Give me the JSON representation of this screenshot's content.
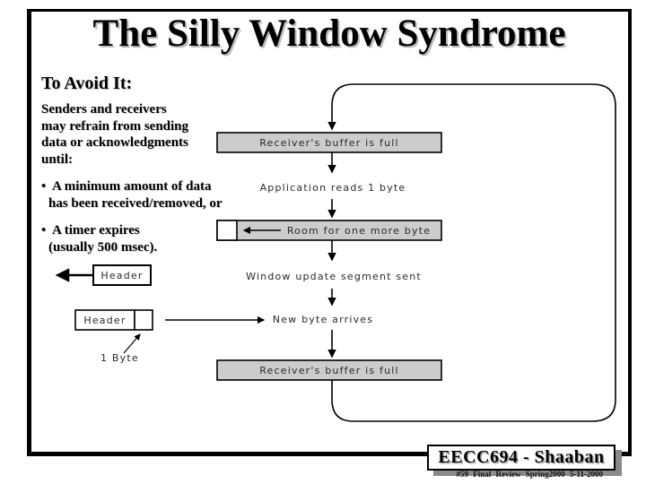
{
  "slide": {
    "title": "The Silly Window Syndrome",
    "left_panel": {
      "heading": "To Avoid It:",
      "bullet_char": "•",
      "intro_lines": [
        "Senders and receivers",
        "may refrain from sending",
        "data or acknowledgments",
        "until:"
      ],
      "bullets": [
        {
          "line1": "A minimum amount of data",
          "line2": "has been received/removed, or"
        },
        {
          "line1": "A timer expires",
          "line2": "(usually 500 msec)."
        }
      ]
    },
    "diagram": {
      "box_top": "Receiver's buffer is full",
      "label_app_reads": "Application reads 1 byte",
      "box_room": "Room for one more byte",
      "label_window_update": "Window update segment sent",
      "label_new_byte": "New byte arrives",
      "box_bottom": "Receiver's buffer is full",
      "header1": "Header",
      "header2": "Header",
      "label_one_byte": "1 Byte"
    },
    "footer": {
      "badge": "EECC694 - Shaaban",
      "credit": "#59 Final Review Spring2000 5-11-2000"
    },
    "colors": {
      "box_fill": "#cccccc",
      "line": "#000000",
      "badge_shadow": "#8a8a8a"
    }
  }
}
